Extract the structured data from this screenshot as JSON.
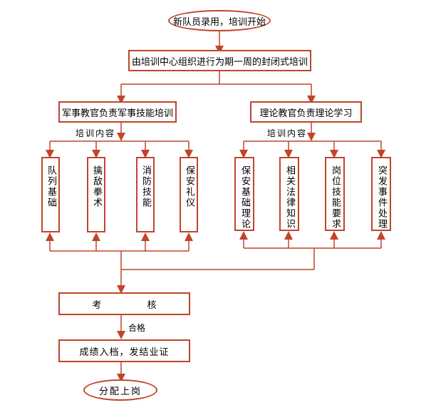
{
  "diagram": {
    "start": "新队员录用，培训开始",
    "closed_training": "由培训中心组织进行为期一周的封闭式培训",
    "left_branch": {
      "title": "军事教官负责军事技能培训",
      "content_label": "培训内容",
      "items": [
        "队列基础",
        "擒敌拳术",
        "消防技能",
        "保安礼仪"
      ]
    },
    "right_branch": {
      "title": "理论教官负责理论学习",
      "content_label": "培训内容",
      "items": [
        "保安基础理论",
        "相关法律知识",
        "岗位技能要求",
        "突发事件处理"
      ]
    },
    "assessment": "考 核",
    "pass_label": "合格",
    "archive": "成绩入档，发结业证",
    "end": "分配上岗"
  }
}
